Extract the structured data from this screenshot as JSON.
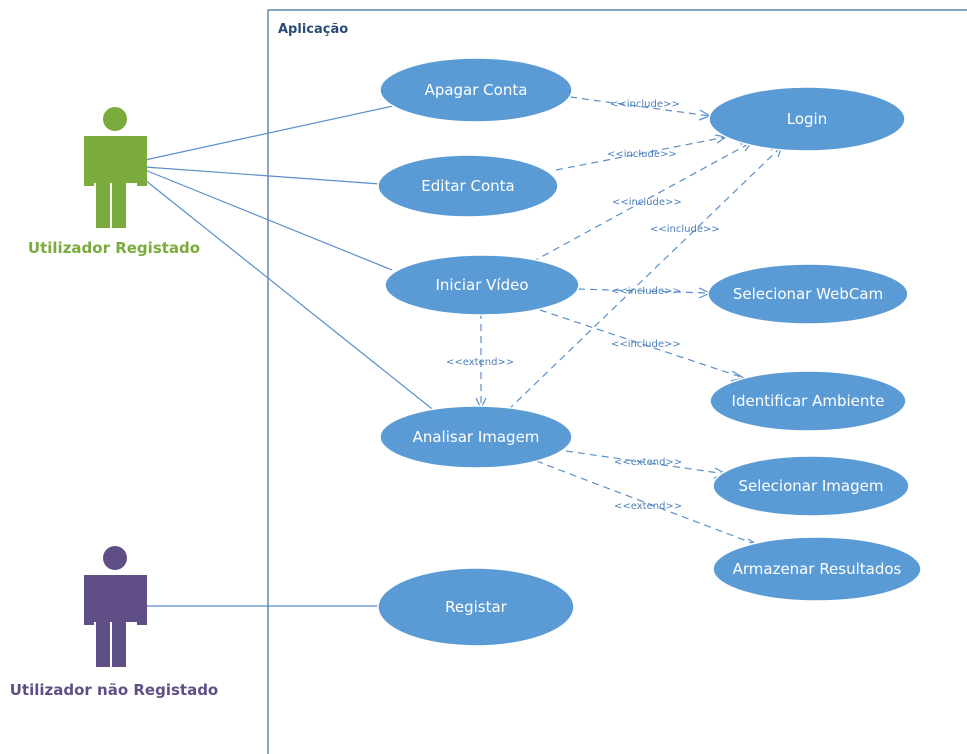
{
  "system": {
    "title": "Aplicação"
  },
  "actors": {
    "registered": {
      "label": "Utilizador Registado",
      "color": "#7aab3c"
    },
    "unregistered": {
      "label": "Utilizador não Registado",
      "color": "#5f4f86"
    }
  },
  "use_cases": {
    "apagar_conta": "Apagar Conta",
    "editar_conta": "Editar Conta",
    "iniciar_video": "Iniciar Vídeo",
    "analisar_imagem": "Analisar Imagem",
    "registar": "Registar",
    "login": "Login",
    "selecionar_webcam": "Selecionar WebCam",
    "identificar_ambiente": "Identificar Ambiente",
    "selecionar_imagem": "Selecionar Imagem",
    "armazenar_resultados": "Armazenar Resultados"
  },
  "relations": {
    "include": "<<include>>",
    "extend": "<<extend>>"
  },
  "colors": {
    "use_case_fill": "#5b9bd5",
    "line": "#5b8fca",
    "system_border": "#3c6a9c"
  }
}
